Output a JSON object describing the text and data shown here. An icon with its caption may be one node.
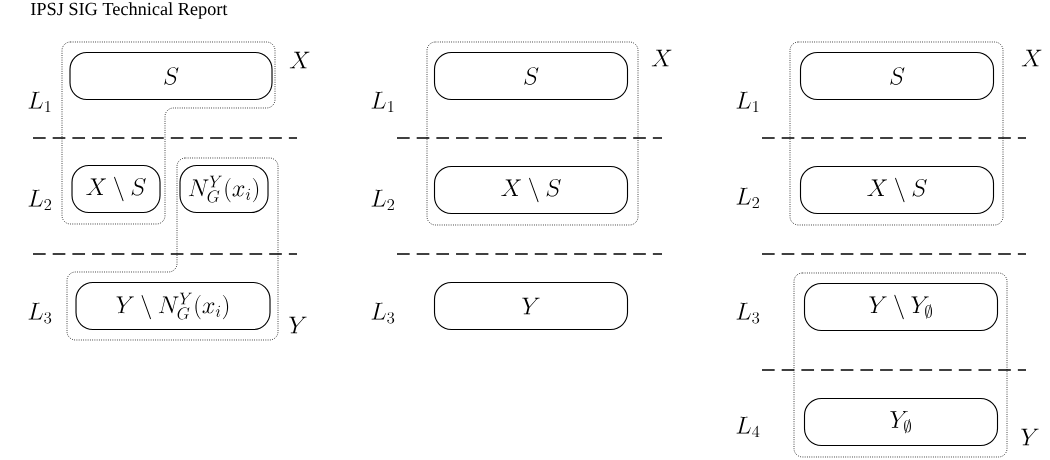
{
  "diagram": {
    "nodes": [
      {
        "text": [
          "X"
        ]
      },
      {
        "text": [
          "S"
        ],
        "in": 0
      },
      {
        "text": [
          "X \\setminus S"
        ],
        "in": 0
      },
      {
        "text": [
          "Y"
        ]
      },
      {
        "text": [
          "N_G^Y(x_i)"
        ],
        "in": 3
      },
      {
        "text": [
          "Y \\setminus N_G^Y(x_i)"
        ],
        "in": 3
      },
      {
        "text": [
          "X"
        ]
      },
      {
        "text": [
          "S"
        ],
        "in": 6
      },
      {
        "text": [
          "X \\setminus S"
        ],
        "in": 6
      },
      {
        "text": [
          "Y"
        ]
      },
      {
        "text": [
          "X"
        ]
      },
      {
        "text": [
          "S"
        ],
        "in": 10
      },
      {
        "text": [
          "X \\setminus S"
        ],
        "in": 10
      },
      {
        "text": [
          "Y"
        ]
      },
      {
        "text": [
          "Y \\setminus Y_\\emptyset"
        ],
        "in": 13
      },
      {
        "text": [
          "Y_\\emptyset"
        ],
        "in": 13
      }
    ],
    "labels": [
      "IPSJ SIG Technical Report",
      "L_1",
      "L_2",
      "L_3",
      "L_1",
      "L_2",
      "L_3",
      "L_1",
      "L_2",
      "L_3",
      "L_4"
    ]
  }
}
